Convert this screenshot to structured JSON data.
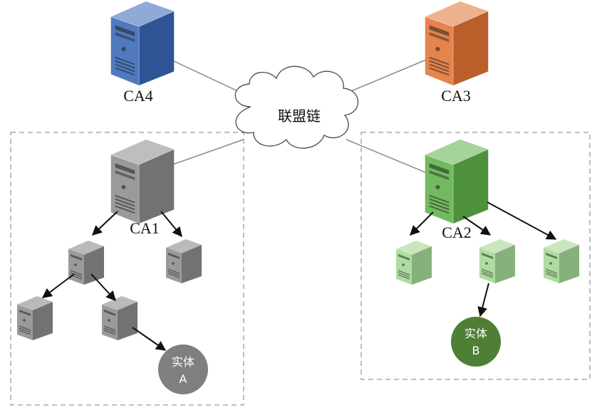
{
  "diagram": {
    "cloud": {
      "label": "联盟链"
    },
    "servers": {
      "ca4": {
        "label": "CA4",
        "color": "#3a67b8"
      },
      "ca3": {
        "label": "CA3",
        "color": "#e27434"
      },
      "ca1": {
        "label": "CA1",
        "color": "#8c8c8c"
      },
      "ca2": {
        "label": "CA2",
        "color": "#5fb14a"
      }
    },
    "entities": {
      "a": {
        "line1": "实体",
        "line2": "A",
        "color": "#7f7f7f"
      },
      "b": {
        "line1": "实体",
        "line2": "B",
        "color": "#4e7f34"
      }
    }
  }
}
